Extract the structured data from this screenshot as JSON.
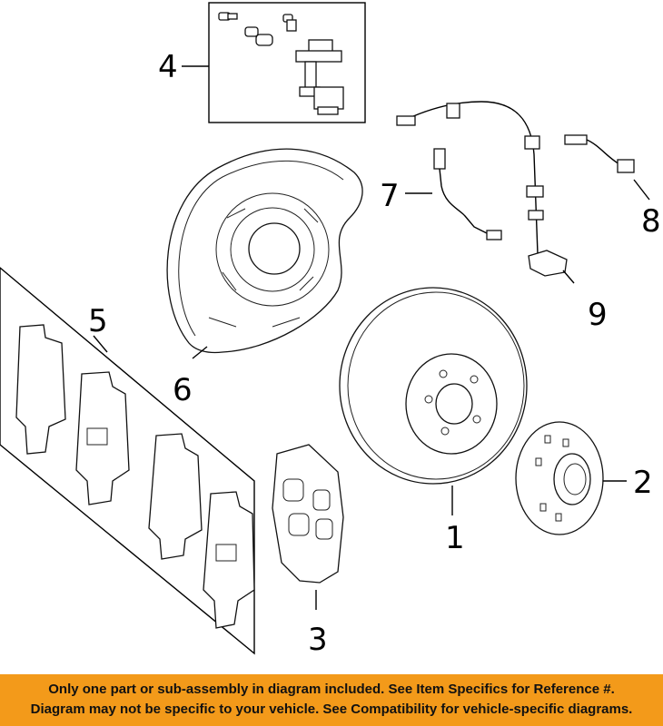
{
  "callouts": {
    "c1": "1",
    "c2": "2",
    "c3": "3",
    "c4": "4",
    "c5": "5",
    "c6": "6",
    "c7": "7",
    "c8": "8",
    "c9": "9"
  },
  "banner": {
    "line1": "Only one part or sub-assembly in diagram included. See Item Specifics for Reference #.",
    "line2": "Diagram may not be specific to your vehicle. See Compatibility for vehicle-specific diagrams.",
    "background": "#f39a1a"
  }
}
